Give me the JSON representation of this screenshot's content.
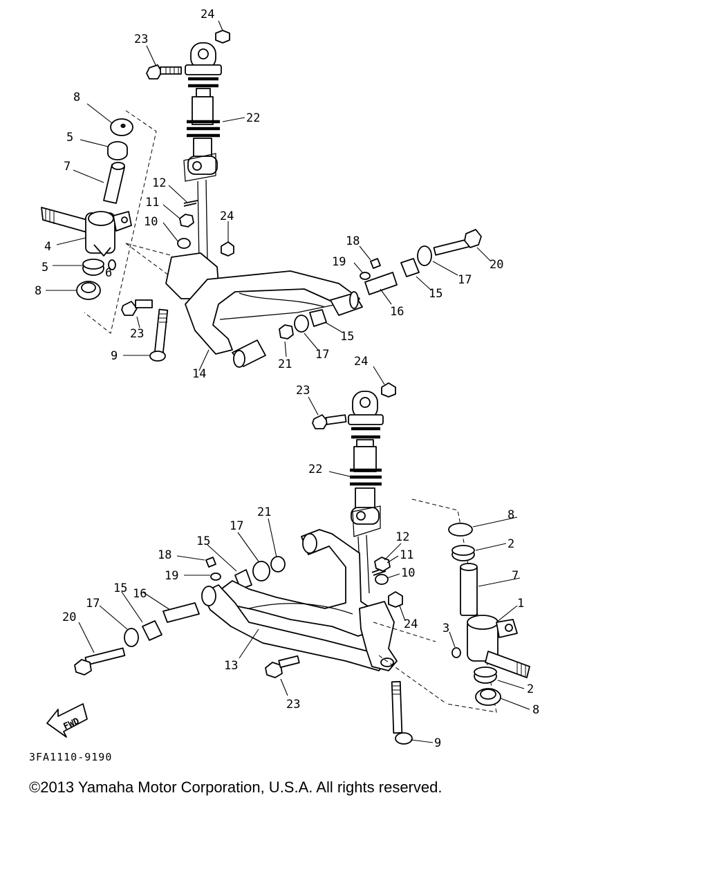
{
  "diagram": {
    "drawing_code": "3FA1110-9190",
    "copyright": "©2013 Yamaha Motor Corporation, U.S.A. All rights reserved.",
    "fwd_label": "FWD",
    "callouts": {
      "upper": {
        "c24_top": "24",
        "c23_top": "23",
        "c8_top": "8",
        "c5_top": "5",
        "c7": "7",
        "c22": "22",
        "c12": "12",
        "c11": "11",
        "c10": "10",
        "c24_mid": "24",
        "c4": "4",
        "c5_bot": "5",
        "c6": "6",
        "c8_bot": "8",
        "c23_bot": "23",
        "c9": "9",
        "c14": "14",
        "c21": "21",
        "c17_lower": "17",
        "c15_lower": "15",
        "c16": "16",
        "c15_upper": "15",
        "c17_upper": "17",
        "c19": "19",
        "c18": "18",
        "c20": "20"
      },
      "lower": {
        "c24_top": "24",
        "c23_top": "23",
        "c22": "22",
        "c21": "21",
        "c17_top": "17",
        "c15_top": "15",
        "c18": "18",
        "c19": "19",
        "c16": "16",
        "c15_bot": "15",
        "c17_bot": "17",
        "c20": "20",
        "c13": "13",
        "c23_bot": "23",
        "c12": "12",
        "c11": "11",
        "c10": "10",
        "c24_bot": "24",
        "c8_top": "8",
        "c2_top": "2",
        "c7": "7",
        "c1": "1",
        "c3": "3",
        "c2_bot": "2",
        "c8_bot": "8",
        "c9": "9"
      }
    }
  }
}
